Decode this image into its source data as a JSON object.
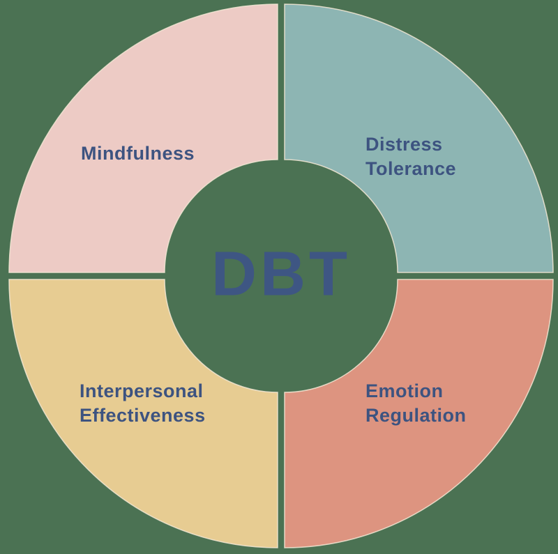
{
  "diagram": {
    "type": "donut-wheel",
    "center_label": "DBT",
    "segments": [
      {
        "id": "mindfulness",
        "position": "top-left",
        "lines": [
          "Mindfulness"
        ],
        "color": "#edcbc5"
      },
      {
        "id": "distress-tolerance",
        "position": "top-right",
        "lines": [
          "Distress",
          "Tolerance"
        ],
        "color": "#8db5b3"
      },
      {
        "id": "emotion-regulation",
        "position": "bottom-right",
        "lines": [
          "Emotion",
          "Regulation"
        ],
        "color": "#dd9480"
      },
      {
        "id": "interpersonal-effectiveness",
        "position": "bottom-left",
        "lines": [
          "Interpersonal",
          "Effectiveness"
        ],
        "color": "#e7cc92"
      }
    ]
  },
  "colors": {
    "background": "#4b7253",
    "segment_stroke": "#f3e8d5",
    "label_text": "#3d5380",
    "center_text": "#3e5683"
  }
}
